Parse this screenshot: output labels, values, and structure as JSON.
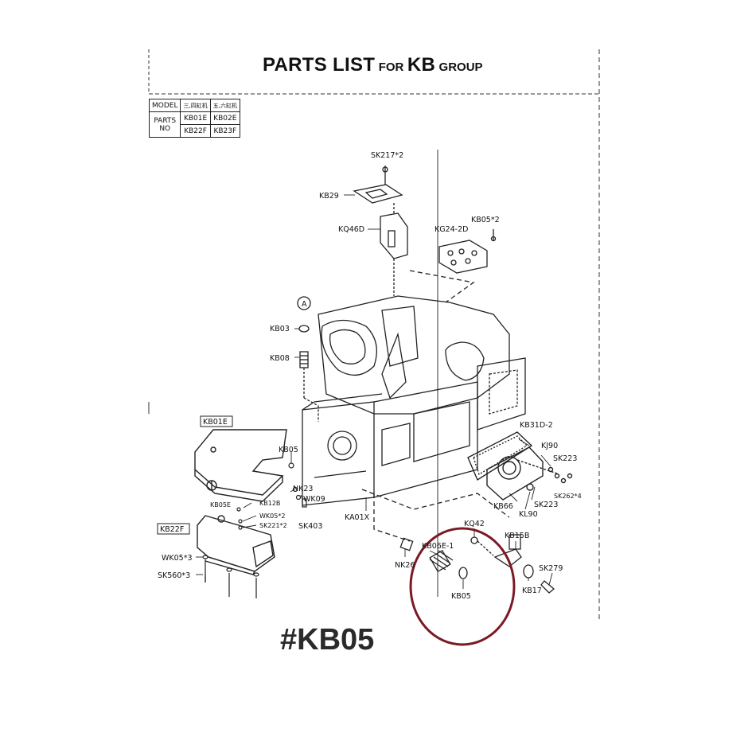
{
  "title": {
    "main": "PARTS LIST",
    "for": "FOR",
    "group_code": "KB",
    "group": "GROUP"
  },
  "model_table": {
    "model_label": "MODEL",
    "col1": "三,四缸机",
    "col2": "五,六缸机",
    "parts_label": "PARTS NO",
    "rows": [
      [
        "KB01E",
        "KB02E"
      ],
      [
        "KB22F",
        "KB23F"
      ]
    ]
  },
  "labels": {
    "sk217": "SK217*2",
    "kb29": "KB29",
    "kq46d": "KQ46D",
    "kb05x2": "KB05*2",
    "kg24": "KG24-2D",
    "circle_a": "A",
    "kb03": "KB03",
    "kb08": "KB08",
    "kb01e": "KB01E",
    "kb05_left": "KB05",
    "nk23": "NK23",
    "wk09": "WK09",
    "sk403": "SK403",
    "kb05e": "KB05E",
    "kb12b": "KB12B",
    "wk05x2": "WK05*2",
    "sk221x2": "SK221*2",
    "kb22f": "KB22F",
    "wk05x3": "WK05*3",
    "sk560x3": "SK560*3",
    "ka01x": "KA01X",
    "kb31d": "KB31D-2",
    "kj90": "KJ90",
    "sk223a": "SK223",
    "sk262": "SK262*4",
    "kb66": "KB66",
    "sk223b": "SK223",
    "kl90": "KL90",
    "kq42": "KQ42",
    "kb06e": "KB06E-1",
    "kb15b": "KB15B",
    "nk26": "NK26",
    "sk279": "SK279",
    "kb17": "KB17",
    "kb05_bottom": "KB05"
  },
  "callout": {
    "text": "#KB05",
    "highlight_color": "#7a1a25"
  },
  "colors": {
    "ink": "#111111",
    "highlight": "#7a1a25"
  }
}
